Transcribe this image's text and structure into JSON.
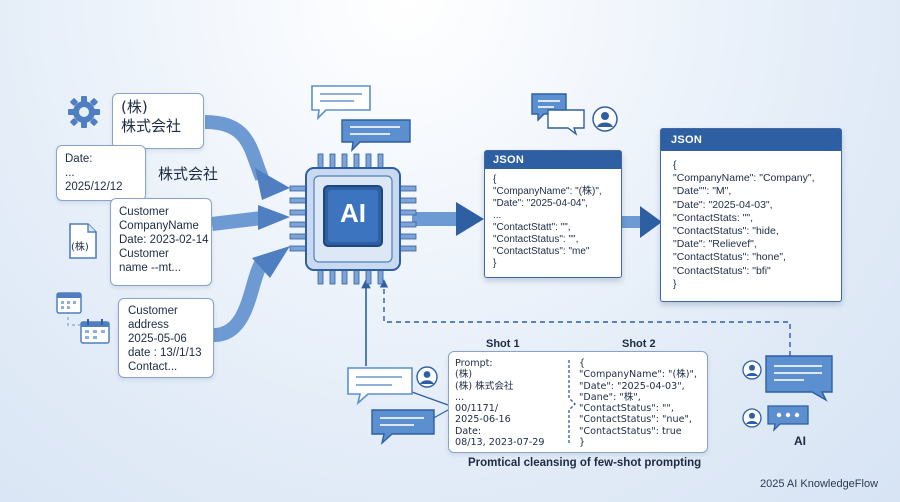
{
  "inputs": {
    "card1": {
      "lines": [
        "(株)",
        "株式会社"
      ]
    },
    "card2": {
      "lines": [
        "Date:",
        "...",
        "2025/12/12"
      ]
    },
    "floating_label": "株式会社",
    "card3": {
      "lines": [
        "Customer",
        "CompanyName",
        "Date: 2023-02-14",
        "Customer",
        "name --mt..."
      ]
    },
    "card4": {
      "lines": [
        "Customer",
        "address",
        "2025-05-06",
        "date : 13//1/13",
        "Contact..."
      ]
    },
    "doc_icon_label": "(株)"
  },
  "chip": {
    "label": "AI"
  },
  "json_mid": {
    "title": "JSON",
    "lines": [
      "{",
      "  \"CompanyName\": \"(株)\",",
      "  \"Date\": \"2025-04-04\",",
      "  ...",
      "  \"ContactStatt\": \"\",",
      "  \"ContactStatus\": \"\",",
      "  \"ContactStatus\": \"me\"",
      "}"
    ]
  },
  "json_right": {
    "title": "JSON",
    "lines": [
      "{",
      "  \"CompanyName\": \"Company\",",
      "  \"Date\"\": \"M\",",
      "  \"Date\": \"2025-04-03\",",
      "  \"ContactStats: \"\",",
      "  \"ContactStatus\": \"hide,",
      "  \"Date\": \"Relievef\",",
      "  \"ContactStatus\": \"hone\",",
      "  \"ContactStatus\": \"bfi\"",
      "}"
    ]
  },
  "shots": {
    "shot1_label": "Shot 1",
    "shot2_label": "Shot 2",
    "shot1_lines": [
      "Prompt:",
      "       (株)",
      "   (株) 株式会社",
      "...",
      "   00/1171/",
      "   2025-06-16",
      "Date:",
      "   08/13, 2023-07-29"
    ],
    "shot2_lines": [
      "{",
      "  \"CompanyName\": \"(株)\",",
      "  \"Date\": \"2025-04-03\",",
      "  \"Dane\": \"株\",",
      "  \"ContactStatus\": \"\",",
      "  \"ContactStatus\": \"nue\",",
      "  \"ContactStatus\": true",
      "}"
    ],
    "caption": "Promtical cleansing of few-shot prompting"
  },
  "ai_agent_label": "AI",
  "footer": "2025 AI KnowledgeFlow",
  "colors": {
    "primary": "#2f5fa3",
    "arrow": "#4f7fc0",
    "bubble": "#5b8fd0",
    "card_border": "#8aa3c6"
  }
}
